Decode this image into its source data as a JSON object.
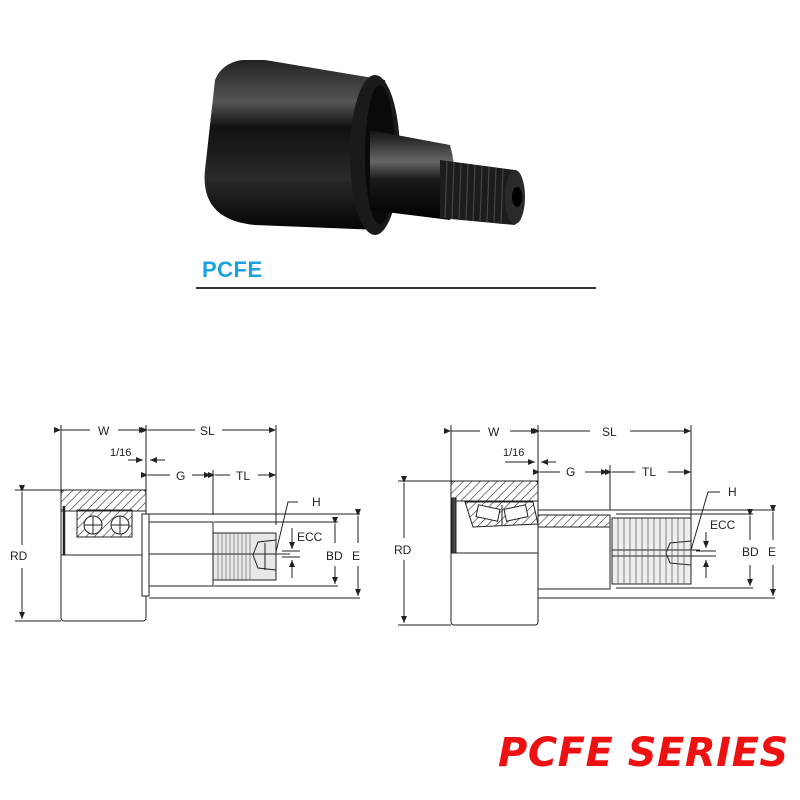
{
  "product": {
    "name": "PCFE",
    "label_color": "#1aa3e0",
    "photo_description": "black cam follower with threaded stud"
  },
  "series_title": {
    "text": "PCFE SERIES",
    "color": "#ee1111"
  },
  "diagrams": [
    {
      "id": "left",
      "bearing_type": "ball bearing (double row)",
      "dimensions": {
        "w": "W",
        "sl": "SL",
        "offset": "1/16",
        "g": "G",
        "tl": "TL",
        "h": "H",
        "ecc": "ECC",
        "rd": "RD",
        "bd": "BD",
        "e": "E"
      }
    },
    {
      "id": "right",
      "bearing_type": "tapered roller bearing",
      "dimensions": {
        "w": "W",
        "sl": "SL",
        "offset": "1/16",
        "g": "G",
        "tl": "TL",
        "h": "H",
        "ecc": "ECC",
        "rd": "RD",
        "bd": "BD",
        "e": "E"
      }
    }
  ]
}
